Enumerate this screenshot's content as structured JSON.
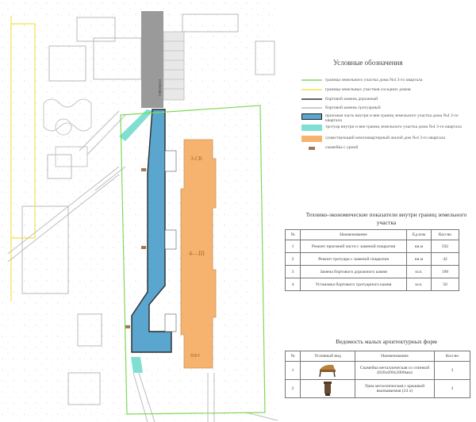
{
  "map": {
    "building_label_top": "3-СК",
    "building_label_mid": "4—III",
    "building_label_bottom": "ВФЗ",
    "street_label": "ПАРКОВКА"
  },
  "legend": {
    "title": "Условные обозначения",
    "items": [
      {
        "label": "граница земельного участка дома №4 3-го квартала",
        "color": "#7ed957",
        "icon": "green-line"
      },
      {
        "label": "граница земельных участков соседних домов",
        "color": "#f2e14a",
        "icon": "yellow-line"
      },
      {
        "label": "бортовой камень дорожный",
        "color": "#333333",
        "icon": "dark-line"
      },
      {
        "label": "бортовой камень тротуарный",
        "color": "#bbbbbb",
        "icon": "grey-line"
      },
      {
        "label": "проезжая часть внутри и вне границ земельного участка дома №4 3-го квартала",
        "color": "#5aa6cf",
        "icon": "blue-fill"
      },
      {
        "label": "тротуар внутри и вне границ земельного участка дома №4 3-го квартала",
        "color": "#7fe0d2",
        "icon": "cyan-fill"
      },
      {
        "label": "существующий многоквартирный жилой дом №4 3-го квартала",
        "color": "#f6b36f",
        "icon": "orange-fill"
      },
      {
        "label": "скамейка с урной",
        "color": "#a07a55",
        "icon": "bench-symbol"
      }
    ]
  },
  "tech_table": {
    "title": "Технико-экономические показатели внутри границ земельного участка",
    "headers": [
      "№",
      "Наименование",
      "Ед.изм",
      "Кол-во"
    ],
    "rows": [
      [
        "1",
        "Ремонт проезжей части с заменой покрытия",
        "кв.м",
        "592"
      ],
      [
        "2",
        "Ремонт тротуара с заменой покрытия",
        "кв.м",
        "42"
      ],
      [
        "3",
        "Замена бортового дорожного камня",
        "м.п.",
        "190"
      ],
      [
        "4",
        "Установка бортового тротуарного камня",
        "м.п.",
        "50"
      ]
    ]
  },
  "forms_table": {
    "title": "Ведомость малых архитектурных форм",
    "headers": [
      "№",
      "Условный вид",
      "Наименование",
      "Кол-во"
    ],
    "rows": [
      {
        "num": "1",
        "icon": "bench-icon",
        "name": "Скамейка металлическая со спинкой (820х690х2000мм)",
        "qty": "3"
      },
      {
        "num": "2",
        "icon": "trash-bin-icon",
        "name": "Урна металлическая с крышкой вкапываемая (24 л)",
        "qty": "3"
      }
    ]
  }
}
